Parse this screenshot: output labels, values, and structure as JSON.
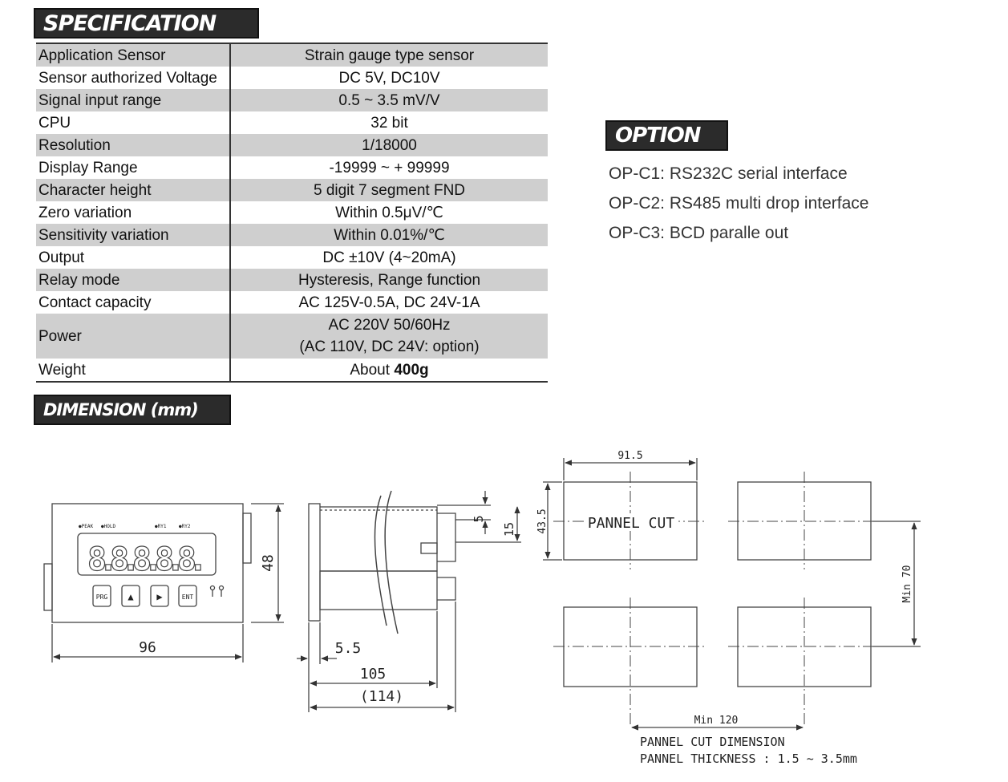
{
  "sections": {
    "specification": "SPECIFICATION",
    "option": "OPTION",
    "dimension": "DIMENSION (mm)"
  },
  "spec": [
    {
      "key": "Application Sensor",
      "value": "Strain gauge type sensor"
    },
    {
      "key": "Sensor authorized Voltage",
      "value": "DC 5V, DC10V"
    },
    {
      "key": "Signal input range",
      "value": "0.5 ~ 3.5 mV/V"
    },
    {
      "key": "CPU",
      "value": "32 bit"
    },
    {
      "key": "Resolution",
      "value": "1/18000"
    },
    {
      "key": "Display Range",
      "value": "-19999 ~ + 99999"
    },
    {
      "key": "Character height",
      "value": "5 digit 7 segment FND"
    },
    {
      "key": "Zero variation",
      "value": "Within 0.5μV/℃"
    },
    {
      "key": "Sensitivity variation",
      "value": "Within 0.01%/℃"
    },
    {
      "key": "Output",
      "value": "DC ±10V (4~20mA)"
    },
    {
      "key": "Relay mode",
      "value": "Hysteresis, Range function"
    },
    {
      "key": "Contact capacity",
      "value": "AC 125V-0.5A, DC 24V-1A"
    },
    {
      "key": "Power",
      "value": "AC 220V 50/60Hz",
      "value2": "(AC 110V, DC 24V: option)"
    },
    {
      "key": "Weight",
      "value_prefix": "About ",
      "value_bold": "400g"
    }
  ],
  "options": [
    "OP-C1: RS232C serial interface",
    "OP-C2: RS485 multi drop interface",
    "OP-C3: BCD paralle out"
  ],
  "drawing": {
    "front": {
      "indicators": [
        "●PEAK",
        "●HOLD",
        "●RY1",
        "●RY2"
      ],
      "digits": "8.8.8.8.8.",
      "keys": [
        "PRG",
        "▲",
        "▶",
        "ENT"
      ],
      "dim_width": "96",
      "dim_height": "48"
    },
    "side": {
      "dim_5": "5",
      "dim_15": "15",
      "dim_5_5": "5.5",
      "dim_105": "105",
      "dim_114": "(114)"
    },
    "panel": {
      "dim_91_5": "91.5",
      "dim_43_5": "43.5",
      "cut_label": "PANNEL CUT",
      "min_70": "Min 70",
      "min_120": "Min 120",
      "note_line1": "PANNEL CUT DIMENSION",
      "note_line2": "PANNEL THICKNESS : 1.5 ~ 3.5mm"
    }
  }
}
